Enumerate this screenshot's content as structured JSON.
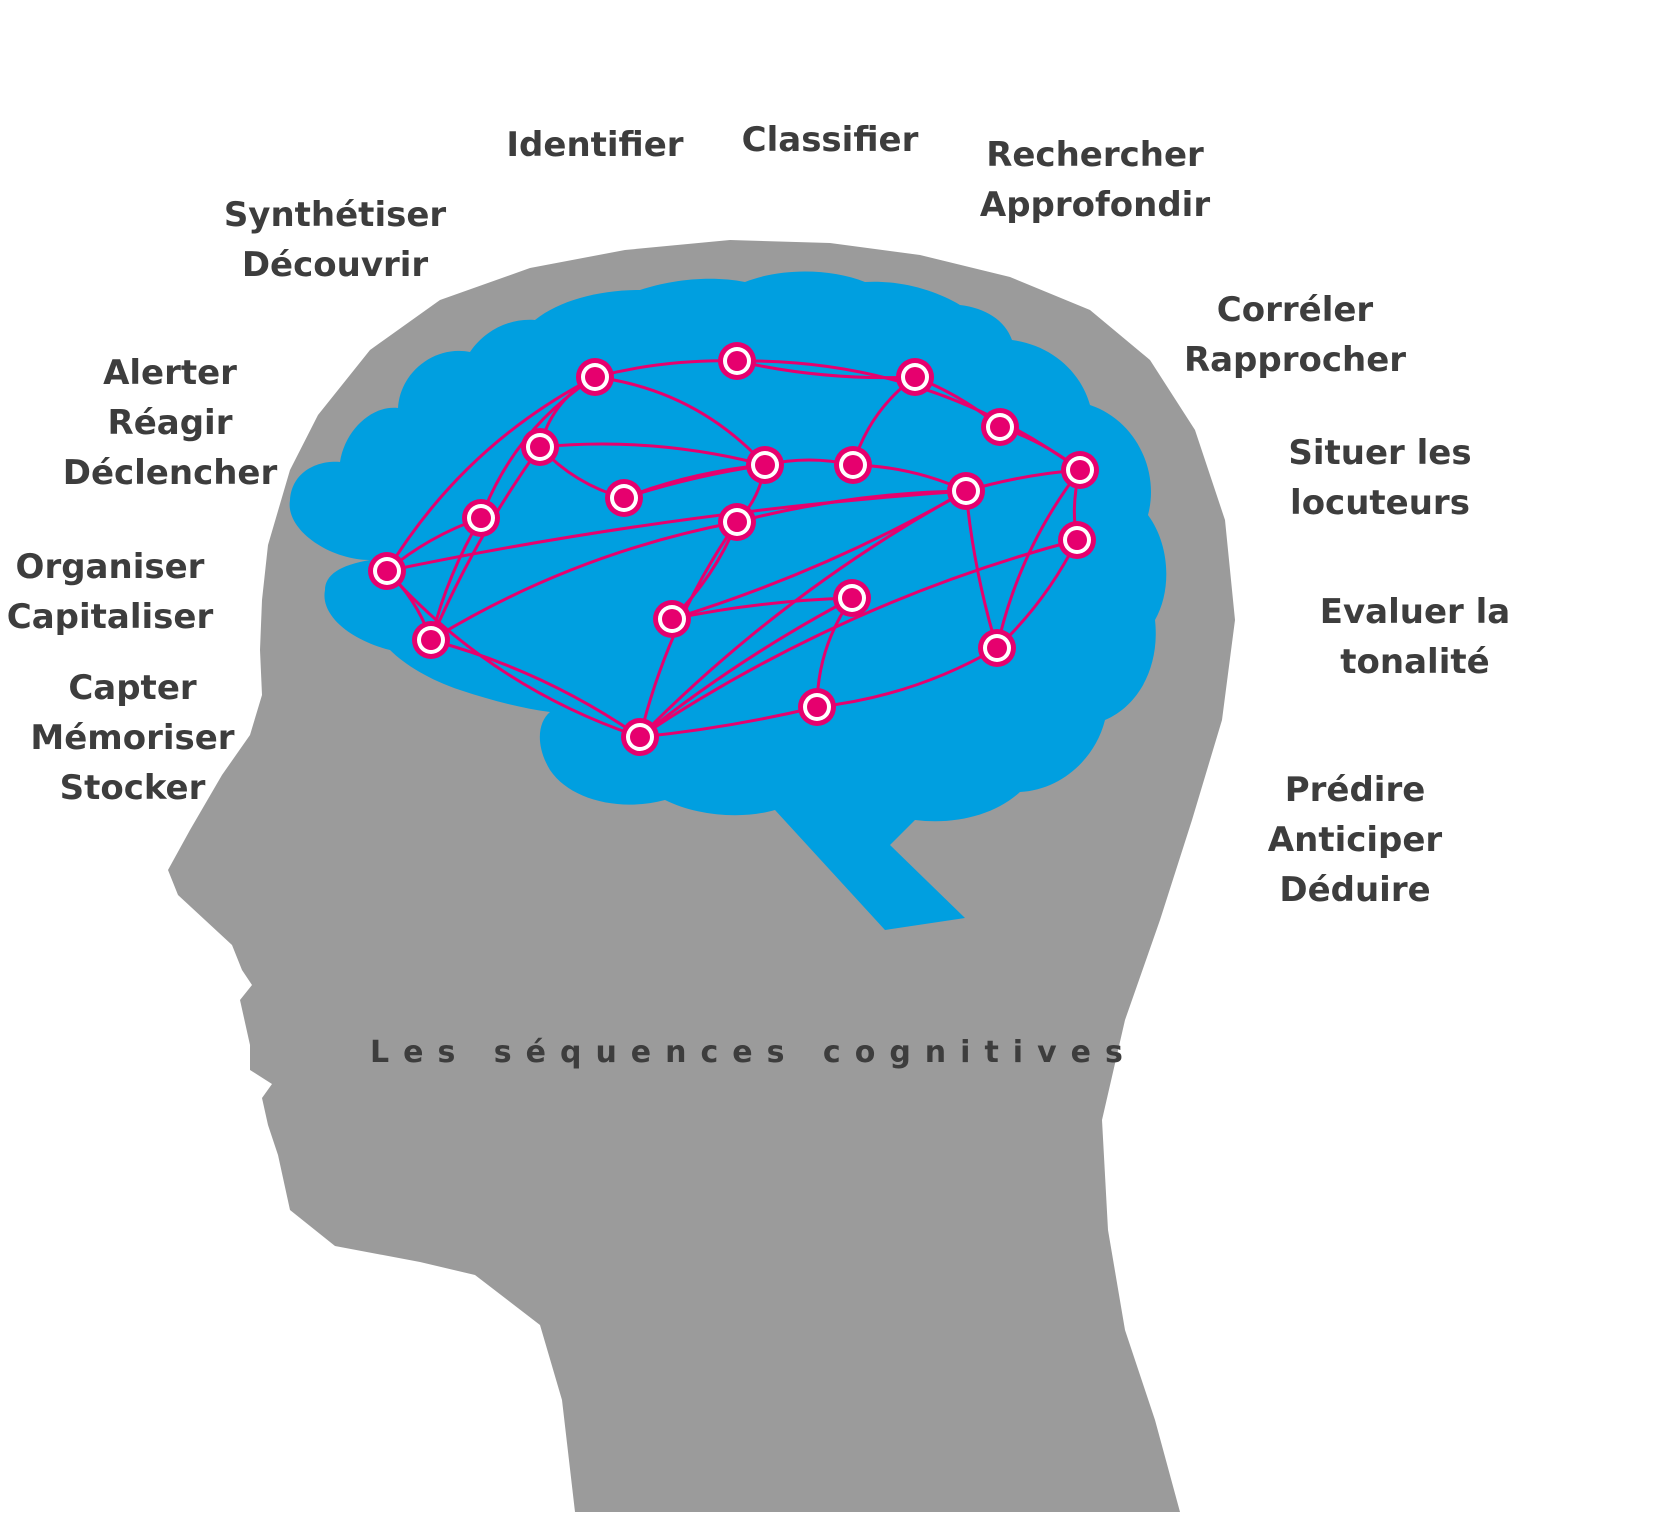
{
  "caption": "Les séquences cognitives",
  "labels": {
    "identifier": [
      "Identifier"
    ],
    "classifier": [
      "Classifier"
    ],
    "rechercher": [
      "Rechercher",
      "Approfondir"
    ],
    "synthetiser": [
      "Synthétiser",
      "Découvrir"
    ],
    "correler": [
      "Corréler",
      "Rapprocher"
    ],
    "alerter": [
      "Alerter",
      "Réagir",
      "Déclencher"
    ],
    "situer": [
      "Situer les",
      "locuteurs"
    ],
    "organiser": [
      "Organiser",
      "Capitaliser"
    ],
    "evaluer": [
      "Evaluer la",
      "tonalité"
    ],
    "capter": [
      "Capter",
      "Mémoriser",
      "Stocker"
    ],
    "predire": [
      "Prédire",
      "Anticiper",
      "Déduire"
    ]
  },
  "colors": {
    "head": "#9b9b9b",
    "brain": "#009fe0",
    "network": "#e6006e",
    "text": "#3d3d3d"
  }
}
